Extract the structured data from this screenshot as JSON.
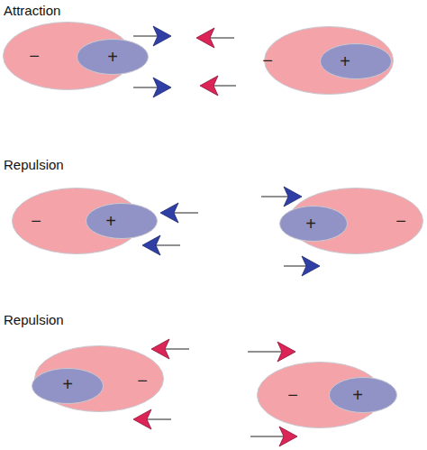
{
  "diagram": {
    "nodes": [
      {
        "text": [
          "−"
        ]
      },
      {
        "text": [
          "+"
        ]
      },
      {
        "text": [
          "−"
        ]
      },
      {
        "text": [
          "+"
        ]
      },
      {
        "text": [
          "−"
        ]
      },
      {
        "text": [
          "+"
        ]
      },
      {
        "text": [
          "+"
        ]
      },
      {
        "text": [
          "−"
        ]
      },
      {
        "text": [
          "+"
        ]
      },
      {
        "text": [
          "−"
        ]
      },
      {
        "text": [
          "−"
        ]
      },
      {
        "text": [
          "+"
        ]
      }
    ],
    "labels": [
      "Attraction",
      "Repulsion",
      "Repulsion"
    ]
  }
}
